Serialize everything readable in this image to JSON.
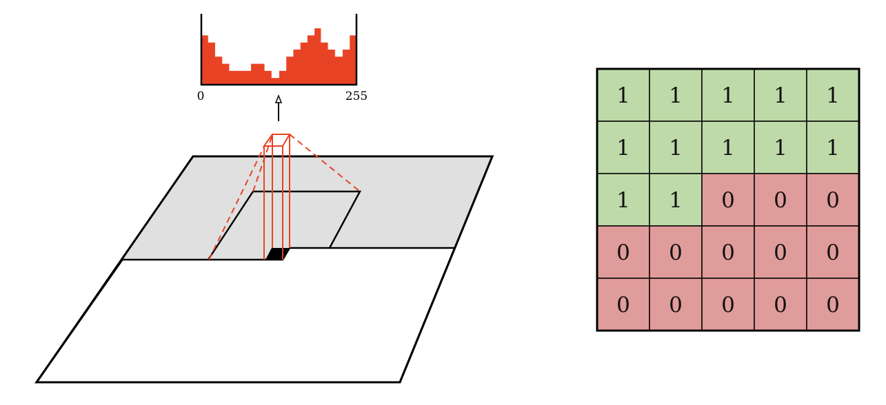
{
  "histogram": {
    "axis_min_label": "0",
    "axis_max_label": "255",
    "bins": [
      7,
      6,
      4,
      3,
      2,
      2,
      2,
      3,
      3,
      2,
      1,
      2,
      4,
      5,
      6,
      7,
      8,
      6,
      5,
      4,
      5,
      7
    ],
    "color": "#e84325"
  },
  "grid": {
    "rows": [
      [
        "1",
        "1",
        "1",
        "1",
        "1"
      ],
      [
        "1",
        "1",
        "1",
        "1",
        "1"
      ],
      [
        "1",
        "1",
        "0",
        "0",
        "0"
      ],
      [
        "0",
        "0",
        "0",
        "0",
        "0"
      ],
      [
        "0",
        "0",
        "0",
        "0",
        "0"
      ]
    ],
    "color_one": "#bedaa9",
    "color_zero": "#e09c9a"
  },
  "colors": {
    "plane_grey": "#e0e0e0",
    "accent_red": "#e84325"
  }
}
